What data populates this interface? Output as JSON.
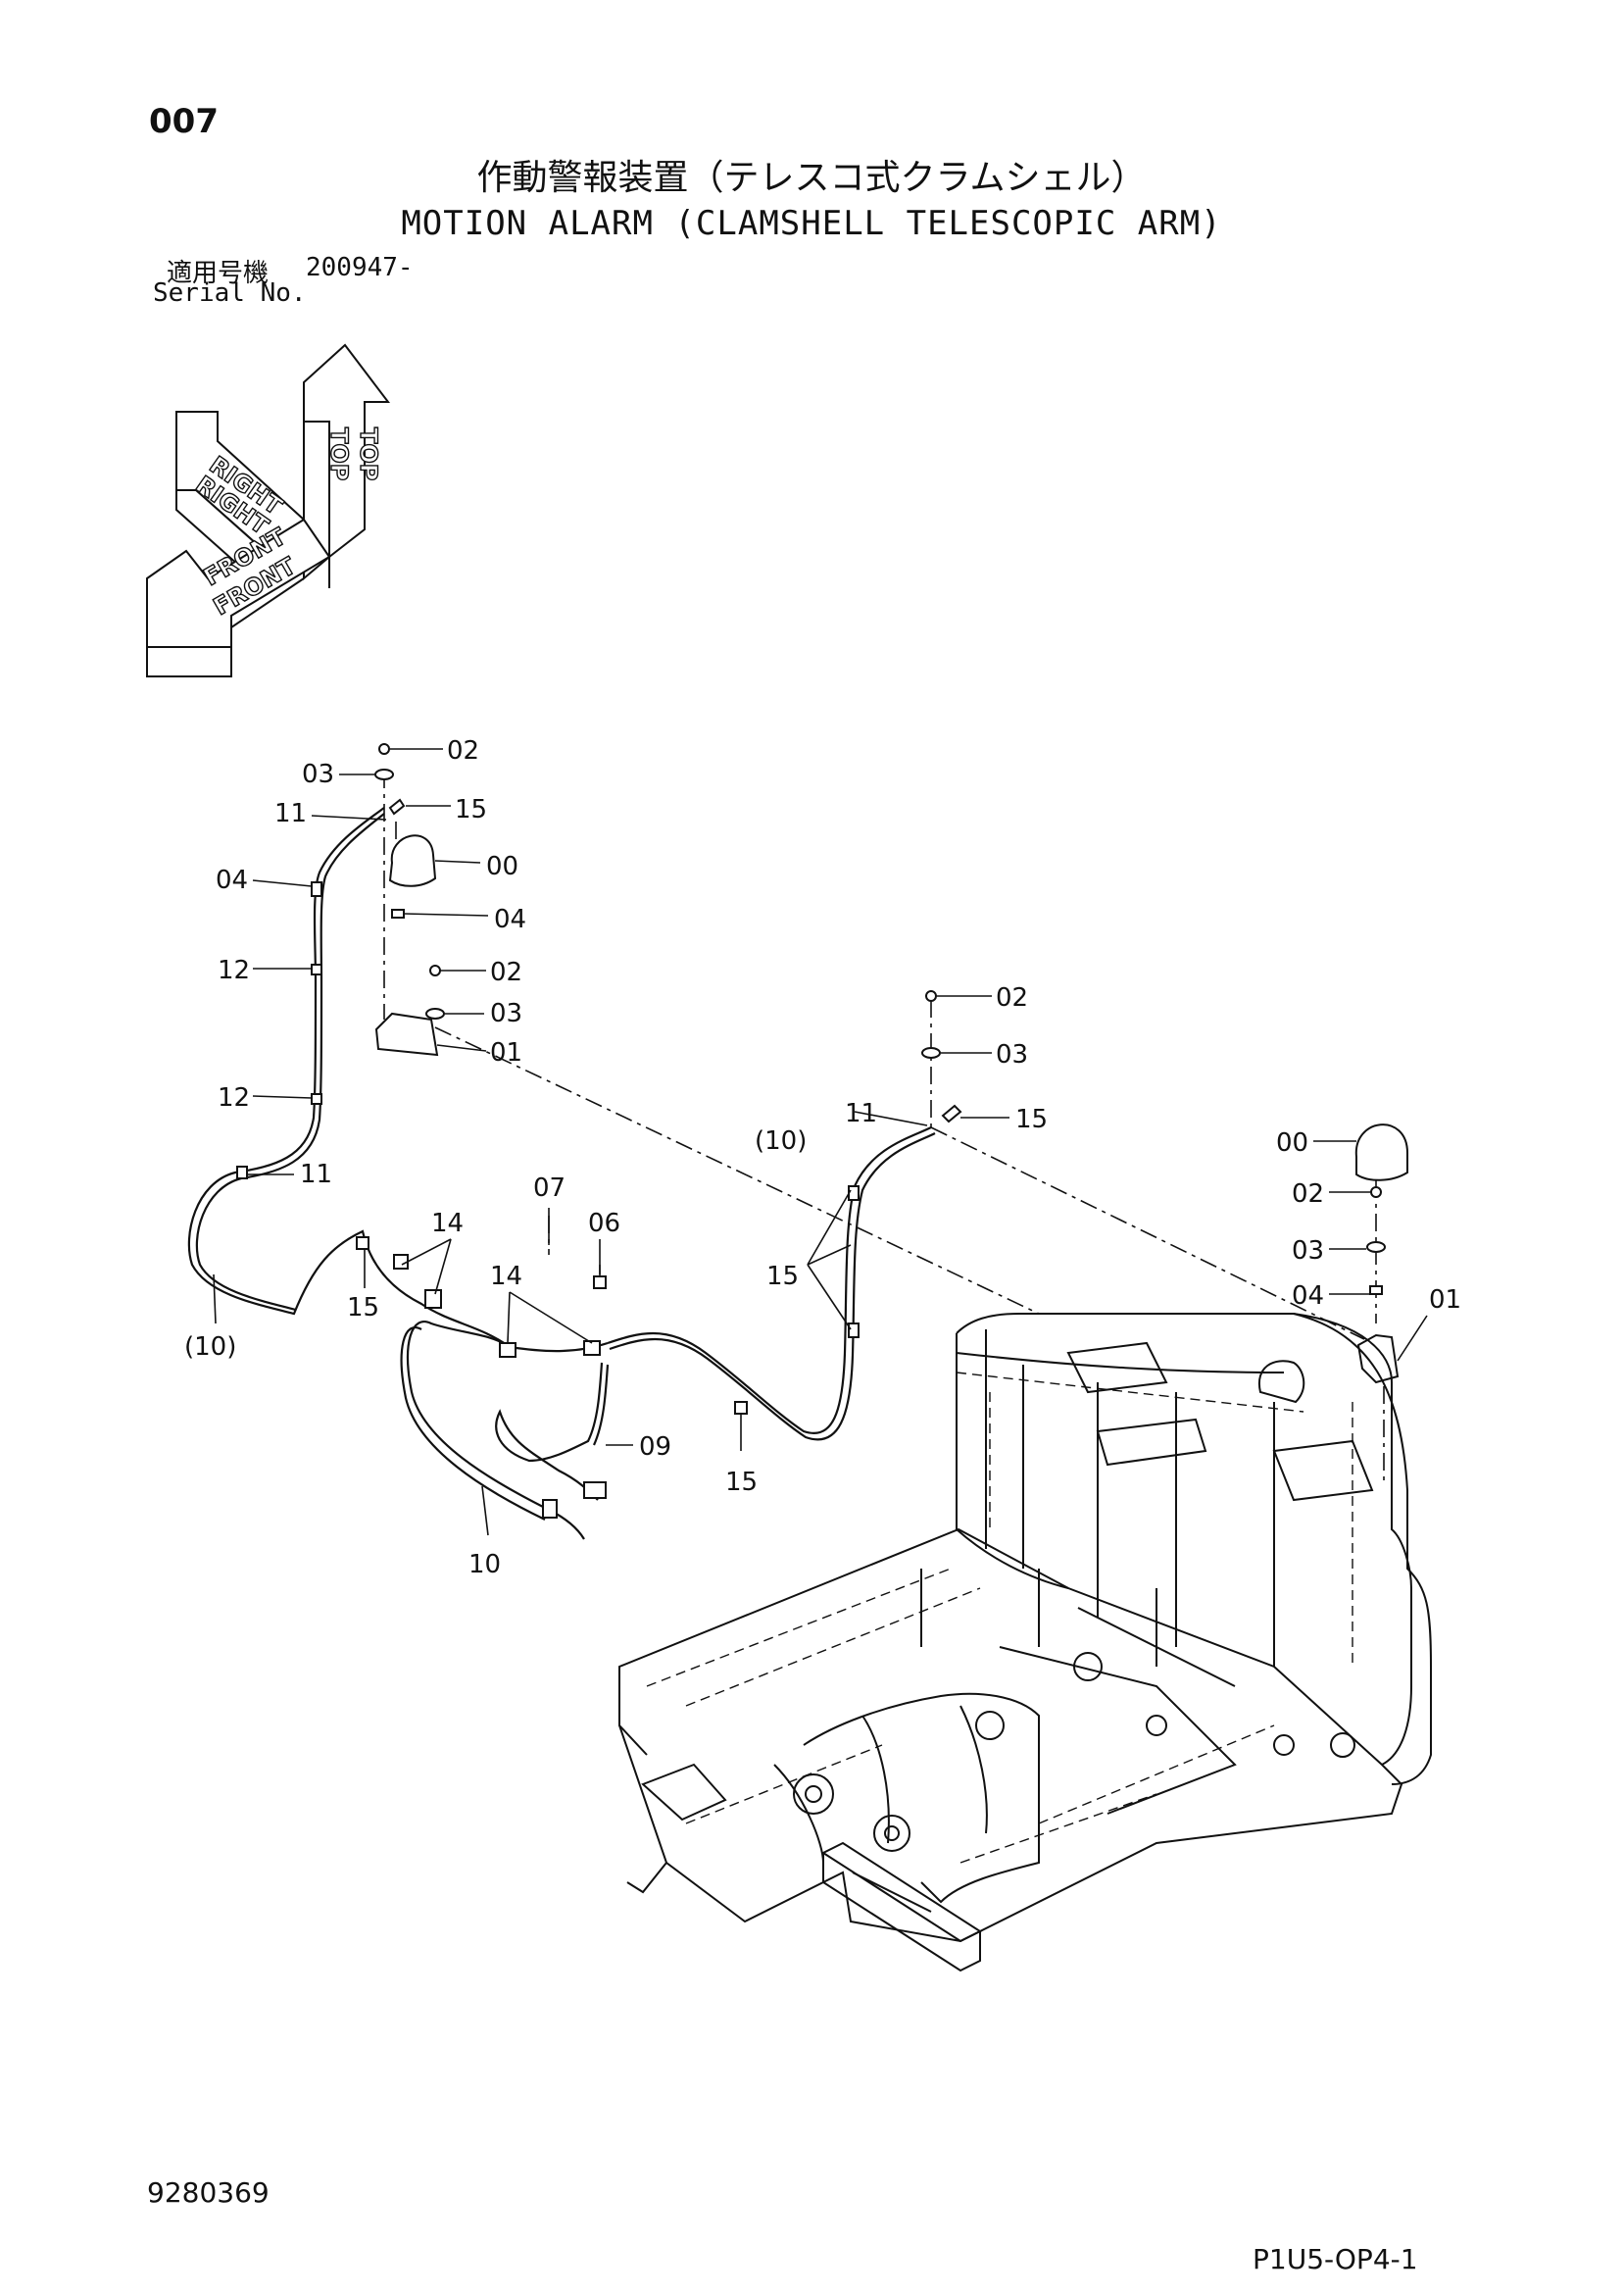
{
  "header": {
    "page_number": "007",
    "title_jp": "作動警報装置（テレスコ式クラムシェル）",
    "title_en": "MOTION ALARM (CLAMSHELL TELESCOPIC ARM)",
    "serial_label_jp": "適用号機",
    "serial_value": "200947-",
    "serial_label_en": "Serial No."
  },
  "orientation": {
    "top": "TOP",
    "right": "RIGHT",
    "front": "FRONT"
  },
  "callouts": {
    "c02a": "02",
    "c03a": "03",
    "c11a": "11",
    "c15a": "15",
    "c00a": "00",
    "c04a": "04",
    "c04b": "04",
    "c12a": "12",
    "c02b": "02",
    "c03b": "03",
    "c01a": "01",
    "c12b": "12",
    "c11b": "11",
    "c10a": "(10)",
    "c15b": "15",
    "c14a": "14",
    "c07": "07",
    "c06": "06",
    "c14b": "14",
    "c09": "09",
    "c15c": "15",
    "c10b": "10",
    "c02c": "02",
    "c03c": "03",
    "c11c": "11",
    "c10c": "(10)",
    "c15d": "15",
    "c15e": "15",
    "c00b": "00",
    "c02d": "02",
    "c03d": "03",
    "c04c": "04",
    "c01b": "01"
  },
  "footer": {
    "drawing_number": "9280369",
    "page_code": "P1U5-OP4-1"
  }
}
